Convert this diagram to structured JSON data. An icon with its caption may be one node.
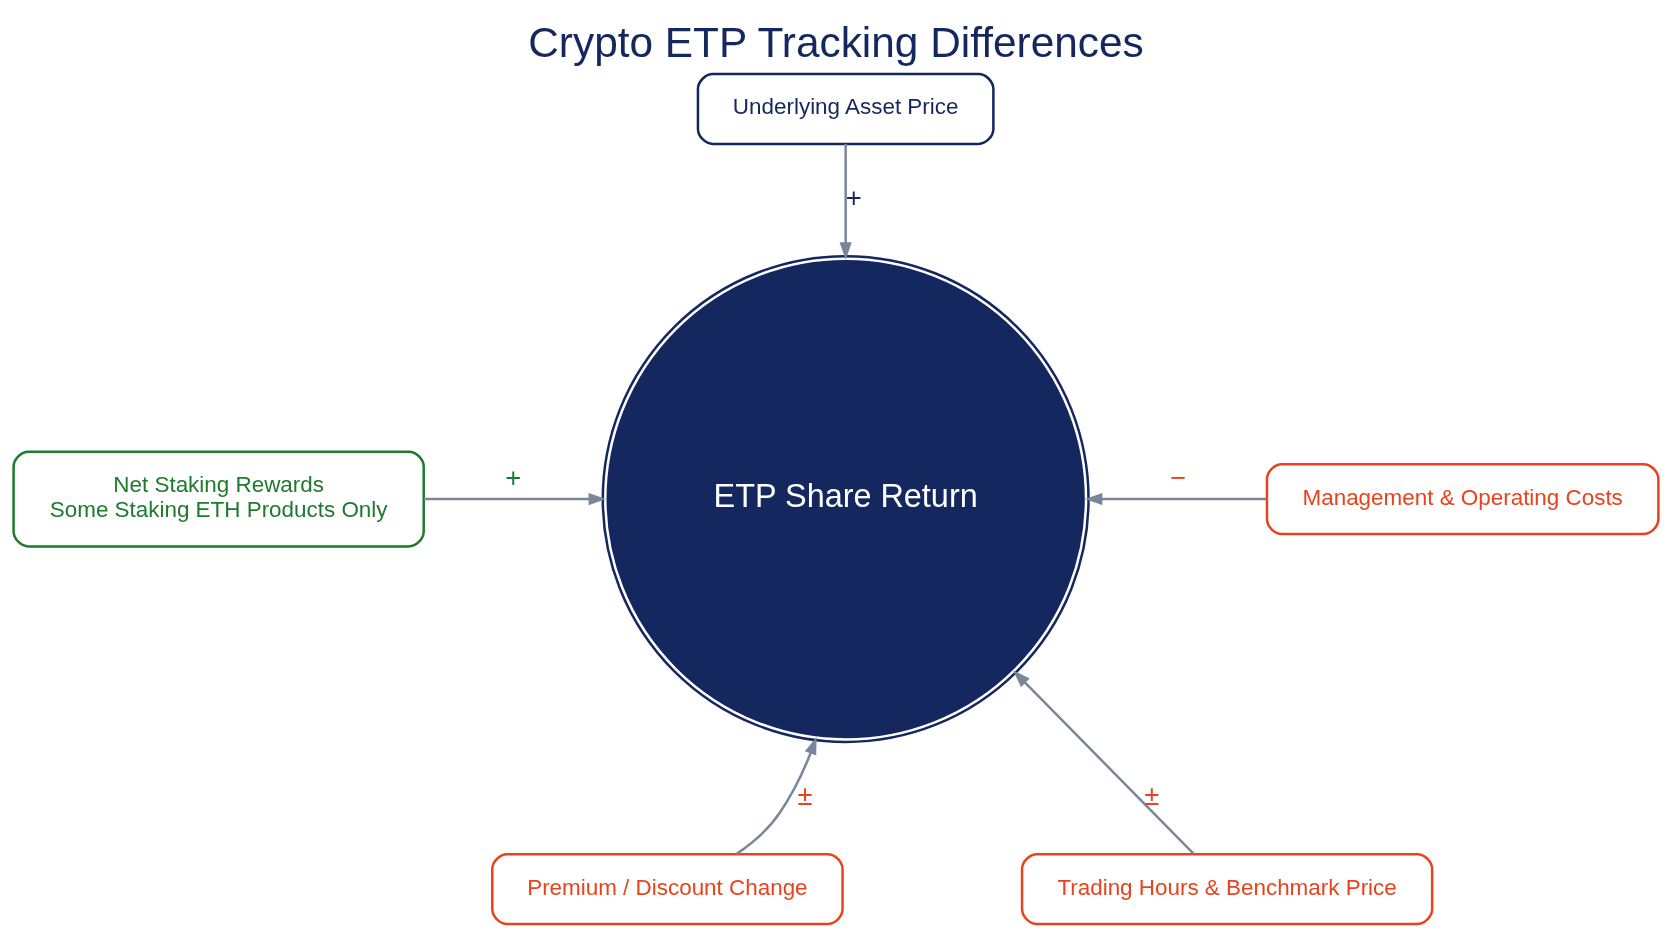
{
  "diagram": {
    "title": "Crypto ETP Tracking Differences",
    "nodes": [
      {
        "text": [
          "Underlying Asset Price"
        ]
      },
      {
        "text": [
          "Net Staking Rewards",
          "Some Staking ETH Products Only"
        ]
      },
      {
        "text": [
          "ETP Share Return"
        ]
      },
      {
        "text": [
          "Management & Operating Costs"
        ]
      },
      {
        "text": [
          "Premium / Discount Change"
        ]
      },
      {
        "text": [
          "Trading Hours & Benchmark Price"
        ]
      }
    ],
    "edges": [
      {
        "from": 0,
        "to": 2,
        "arrow": "to",
        "label": "+"
      },
      {
        "from": 1,
        "to": 2,
        "arrow": "to",
        "label": "+"
      },
      {
        "from": 3,
        "to": 2,
        "arrow": "to",
        "label": "−"
      },
      {
        "from": 4,
        "to": 2,
        "arrow": "to",
        "label": "±"
      },
      {
        "from": 5,
        "to": 2,
        "arrow": "to",
        "label": "±"
      }
    ]
  }
}
